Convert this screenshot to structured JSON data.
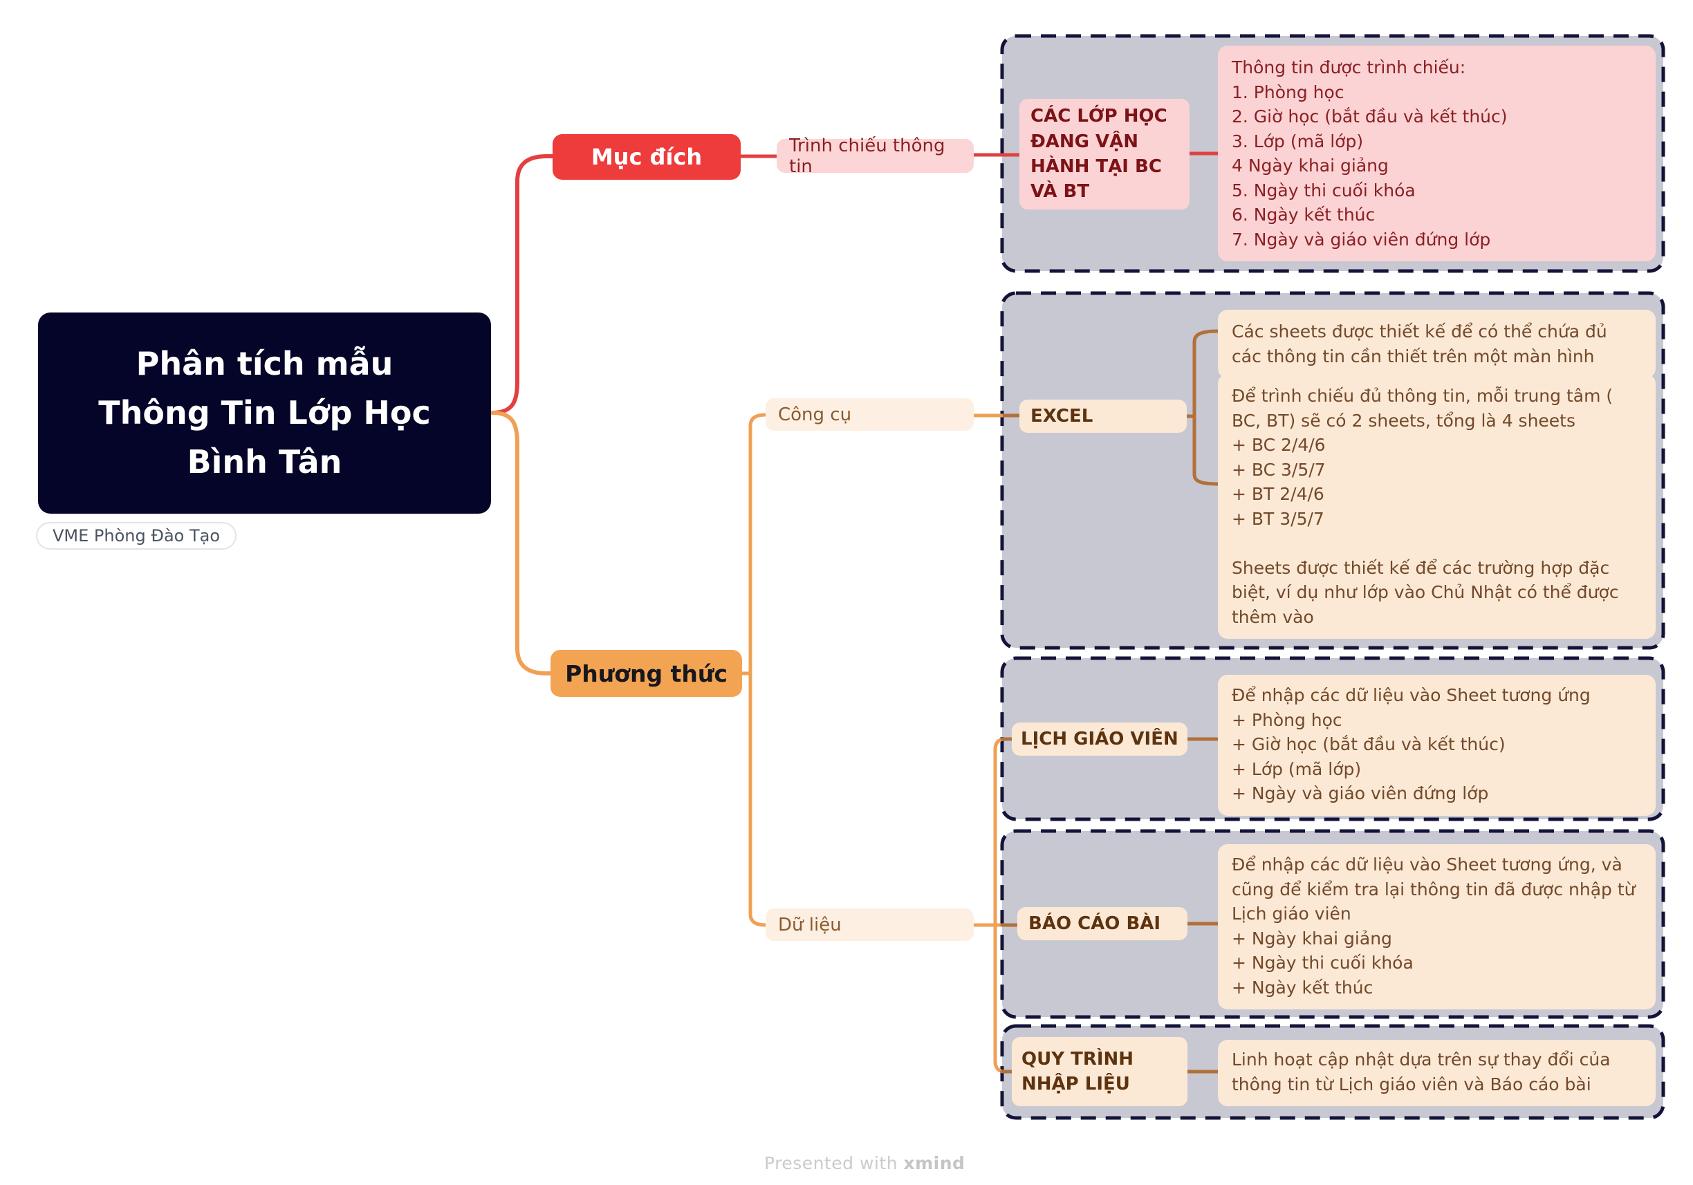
{
  "root": {
    "title": "Phân tích mẫu\nThông Tin Lớp Học\nBình Tân",
    "tag": "VME Phòng Đào Tạo"
  },
  "branches": {
    "muc_dich": {
      "label": "Mục đích"
    },
    "trinh_chieu": {
      "label": "Trình chiếu thông tin"
    },
    "phuong_thuc": {
      "label": "Phương thức"
    },
    "cong_cu": {
      "label": "Công cụ"
    },
    "du_lieu": {
      "label": "Dữ liệu"
    }
  },
  "groups": {
    "cac_lop": {
      "node": "CÁC LỚP HỌC ĐANG VẬN HÀNH TẠI BC VÀ BT",
      "note": "Thông tin được trình chiếu:\n1. Phòng học\n2. Giờ học (bắt đầu và kết thúc)\n3. Lớp (mã lớp)\n4 Ngày khai giảng\n5. Ngày thi cuối khóa\n6. Ngày kết thúc\n7. Ngày và giáo viên đứng lớp"
    },
    "excel": {
      "node": "EXCEL",
      "note1": "Các sheets được thiết kế để có thể chứa đủ các thông tin cần thiết trên một màn hình",
      "note2": "Để trình chiếu đủ thông tin, mỗi trung tâm ( BC, BT) sẽ có 2 sheets, tổng là 4 sheets\n+ BC 2/4/6\n+ BC 3/5/7\n+ BT 2/4/6\n+ BT 3/5/7\n\nSheets được thiết kế để các trường hợp đặc biệt, ví dụ như lớp vào Chủ Nhật có thể được thêm vào"
    },
    "lich_giao_vien": {
      "node": "LỊCH GIÁO VIÊN",
      "note": "Để nhập các dữ liệu vào Sheet tương ứng\n+ Phòng học\n+ Giờ học (bắt đầu và kết thúc)\n+ Lớp (mã lớp)\n+ Ngày và giáo viên đứng lớp"
    },
    "bao_cao_bai": {
      "node": "BÁO CÁO BÀI",
      "note": "Để nhập các dữ liệu vào Sheet tương ứng, và cũng để kiểm tra lại thông tin đã được nhập từ Lịch giáo viên\n+ Ngày khai giảng\n+ Ngày thi cuối khóa\n+ Ngày kết thúc"
    },
    "quy_trinh": {
      "node": "QUY TRÌNH NHẬP LIỆU",
      "note": "Linh hoạt cập nhật dựa trên sự thay đổi của thông tin từ Lịch giáo viên và Báo cáo bài"
    }
  },
  "footer": {
    "prefix": "Presented with ",
    "brand": "xmind"
  },
  "colors": {
    "root_bg": "#05052a",
    "red_topic": "#ee3b3b",
    "red_line": "#e24040",
    "pink_note": "#fbd3d5",
    "red_text": "#8b2023",
    "orange_topic": "#f2a452",
    "orange_line": "#f0a055",
    "peach_note": "#fbe9d6",
    "brown_text": "#73492a",
    "brown_line": "#b2703a",
    "group_bg": "#c7c8d2",
    "group_border": "#13133a"
  }
}
